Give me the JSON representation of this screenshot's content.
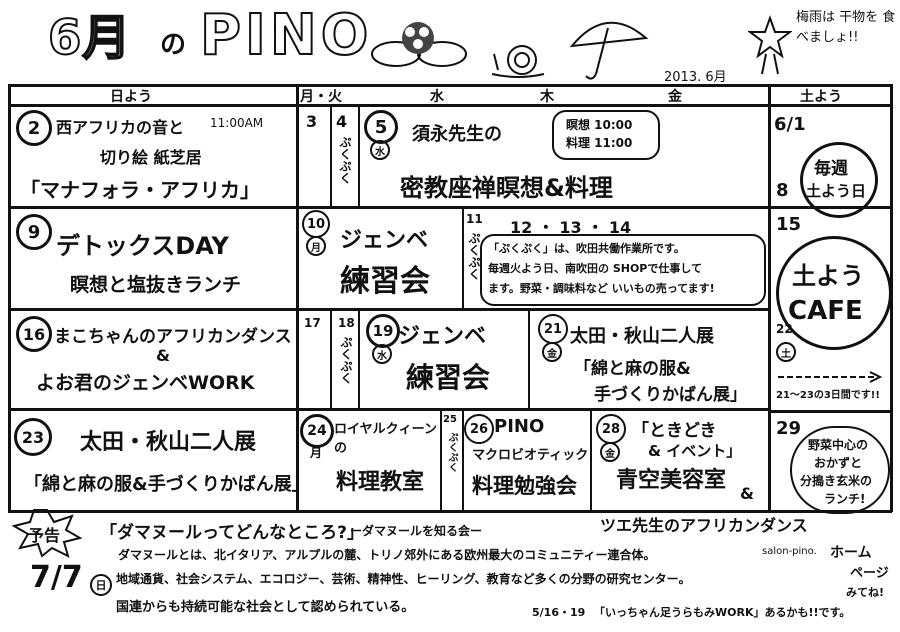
{
  "header": {
    "title_month": "6月",
    "title_no": "の",
    "title_pino": "PINO",
    "date": "2013. 6月",
    "note": "梅雨は 干物を 食べましょ!!"
  },
  "weekdays": {
    "sun": "日よう",
    "mon_tue": "月・火",
    "wed": "水",
    "thu": "木",
    "fri": "金",
    "sat": "土よう"
  },
  "row1": {
    "day2": "2",
    "line1": "西アフリカの音と",
    "time": "11:00AM",
    "line2": "切り絵 紙芝居",
    "line3": "「マナフォラ・アフリカ」",
    "day3": "3",
    "day4": "4",
    "pukupuku": "ぷくぷく",
    "day5": "5",
    "wed_mark": "水",
    "teacher": "須永先生の",
    "event": "密教座禅瞑想&料理",
    "sched1": "瞑想 10:00",
    "sched2": "料理 11:00",
    "day6": "6/1",
    "day8": "8",
    "weekly": "毎週",
    "weekly2": "土よう日"
  },
  "row2": {
    "day9": "9",
    "detox": "デトックスDAY",
    "detox2": "瞑想と塩抜きランチ",
    "day10": "10",
    "mon_mark": "月",
    "djembe": "ジェンベ",
    "practice": "練習会",
    "day11": "11",
    "pukupuku": "ぷくぷく",
    "days": "12 ・ 13 ・ 14",
    "info1": "「ぷくぷく」は、吹田共働作業所です。",
    "info2": "毎週火よう日、南吹田の SHOPで仕事して",
    "info3": "ます。野菜・調味料など いいもの売ってます!",
    "day15": "15",
    "cafe1": "土よう",
    "cafe2": "CAFE"
  },
  "row3": {
    "day16": "16",
    "dance": "まこちゃんのアフリカンダンス",
    "amp": "&",
    "djembe_work": "よお君のジェンベWORK",
    "day17": "17",
    "day18": "18",
    "pukupuku": "ぷくぷく",
    "day19": "19",
    "wed_mark": "水",
    "djembe": "ジェンベ",
    "practice": "練習会",
    "day21": "21",
    "fri_mark": "金",
    "exhibit": "太田・秋山二人展",
    "exhibit2": "「綿と麻の服&",
    "exhibit3": "手づくりかばん展」",
    "day22": "22",
    "sat_mark": "土",
    "range": "21〜23の3日間です!!"
  },
  "row4": {
    "day23": "23",
    "exhibit": "太田・秋山二人展",
    "exhibit2": "「綿と麻の服&手づくりかばん展」",
    "day24": "24",
    "mon_mark": "月",
    "royal": "ロイヤルクィーンの",
    "cooking": "料理教室",
    "day25": "25",
    "pukupuku": "ぷくぷく",
    "day26": "26",
    "pino": "PINO",
    "macro": "マクロビオティック",
    "study": "料理勉強会",
    "day28": "28",
    "fri_mark": "金",
    "tokidoki": "「ときどき",
    "event": "& イベント」",
    "salon": "青空美容室",
    "amp": "&",
    "tsue": "ツエ先生のアフリカンダンス",
    "day29": "29",
    "veg1": "野菜中心の",
    "veg2": "おかずと",
    "veg3": "分搗き玄米の",
    "veg4": "ランチ!"
  },
  "footer": {
    "notice": "予告",
    "date": "7/7",
    "sun_mark": "日",
    "headline": "「ダマヌールってどんなところ?」",
    "subtitle": "ーダマヌールを知る会ー",
    "body1": "ダマヌールとは、北イタリア、アルプルの麓、トリノ郊外にある欧州最大のコミュニティー連合体。",
    "body2": "地域通貨、社会システム、エコロジー、芸術、精神性、ヒーリング、教育など多くの分野の研究センター。",
    "body3": "国連からも持続可能な社会として認められている。",
    "foot_date": "5/16・19",
    "foot_event": "「いっちゃん足うらもみWORK」あるかも!!です。",
    "salon": "salon-pino.",
    "home1": "ホーム",
    "home2": "ページ",
    "home3": "みてね!"
  }
}
